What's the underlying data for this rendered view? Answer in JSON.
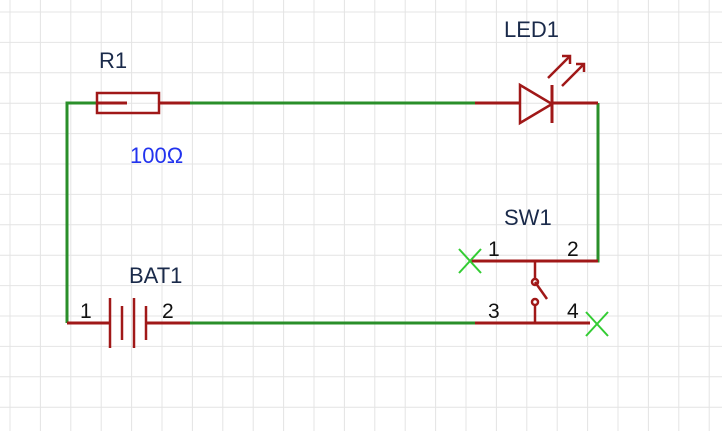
{
  "components": {
    "r1": {
      "ref": "R1",
      "value": "100Ω"
    },
    "led1": {
      "ref": "LED1"
    },
    "bat1": {
      "ref": "BAT1",
      "pin1": "1",
      "pin2": "2"
    },
    "sw1": {
      "ref": "SW1",
      "pin1": "1",
      "pin2": "2",
      "pin3": "3",
      "pin4": "4"
    }
  },
  "colors": {
    "wire": "#2a8f2a",
    "component": "#a01818",
    "value_text": "#2233ee",
    "no_connect": "#33cc33",
    "grid": "#e4e4e4"
  }
}
